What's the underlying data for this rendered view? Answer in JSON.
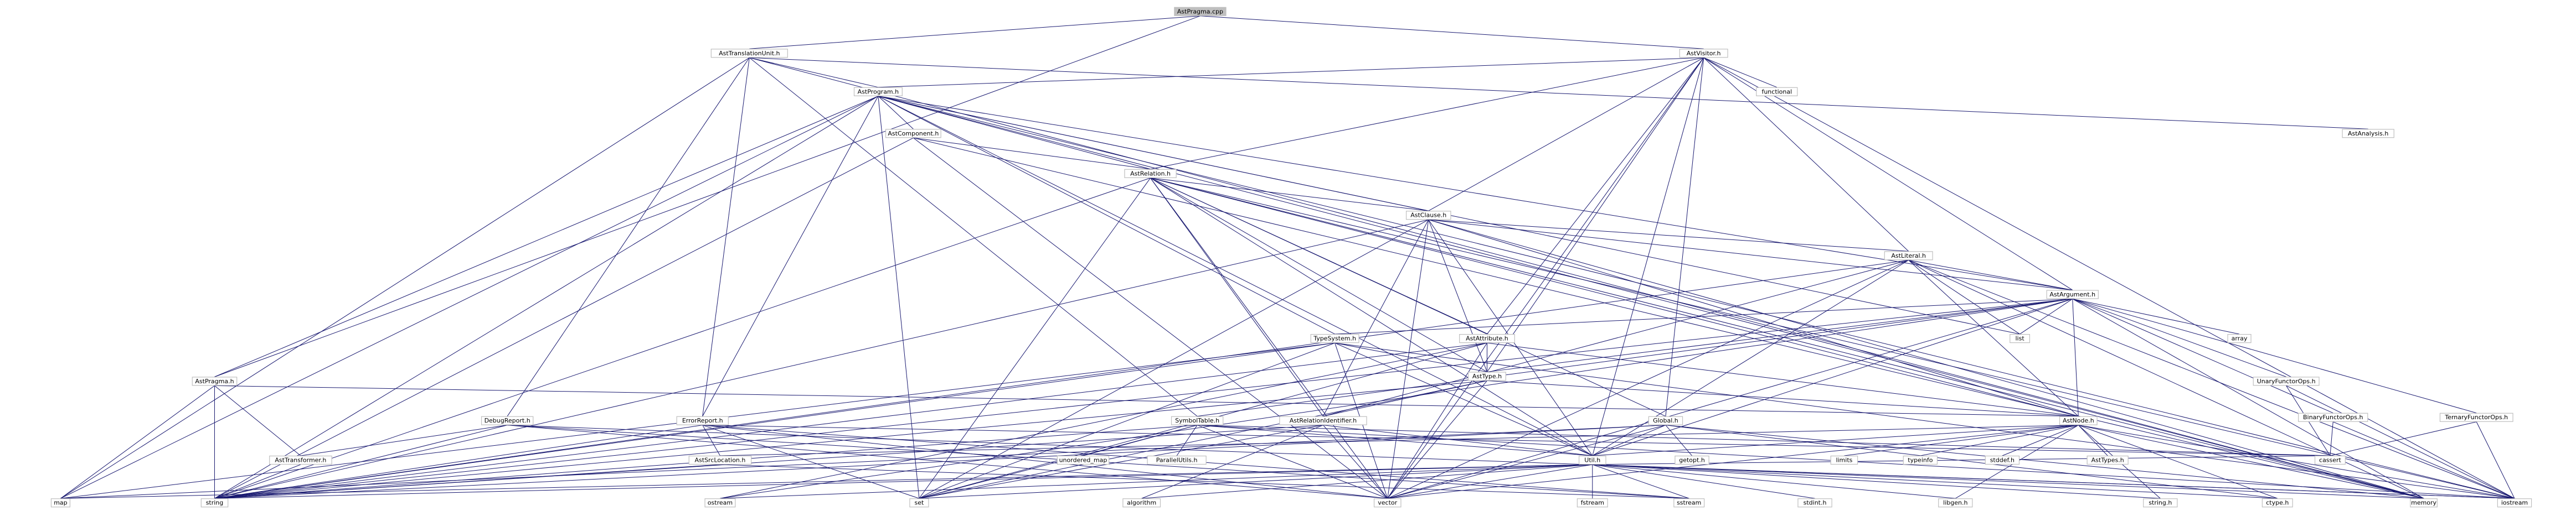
{
  "colors": {
    "node_fill": "#ffffff",
    "node_border": "#bfbfbf",
    "root_fill": "#bfbfbf",
    "root_border": "#000000",
    "text": "#000000",
    "incomplete_border": "#ff0000",
    "incomplete_text": "#000000",
    "edge": "#191970"
  },
  "nodes": [
    {
      "id": "AstPragma.cpp",
      "label": "AstPragma.cpp",
      "kind": "root"
    },
    {
      "id": "AstTranslationUnit.h",
      "label": "AstTranslationUnit.h"
    },
    {
      "id": "AstVisitor.h",
      "label": "AstVisitor.h"
    },
    {
      "id": "AstProgram.h",
      "label": "AstProgram.h"
    },
    {
      "id": "functional",
      "label": "functional"
    },
    {
      "id": "AstAnalysis.h",
      "label": "AstAnalysis.h"
    },
    {
      "id": "AstComponent.h",
      "label": "AstComponent.h"
    },
    {
      "id": "AstRelation.h",
      "label": "AstRelation.h",
      "kind": "incomplete"
    },
    {
      "id": "AstClause.h",
      "label": "AstClause.h"
    },
    {
      "id": "AstLiteral.h",
      "label": "AstLiteral.h",
      "kind": "incomplete"
    },
    {
      "id": "AstArgument.h",
      "label": "AstArgument.h"
    },
    {
      "id": "TypeSystem.h",
      "label": "TypeSystem.h",
      "kind": "incomplete"
    },
    {
      "id": "AstAttribute.h",
      "label": "AstAttribute.h"
    },
    {
      "id": "AstType.h",
      "label": "AstType.h"
    },
    {
      "id": "AstPragma.h",
      "label": "AstPragma.h"
    },
    {
      "id": "list",
      "label": "list"
    },
    {
      "id": "array",
      "label": "array"
    },
    {
      "id": "UnaryFunctorOps.h",
      "label": "UnaryFunctorOps.h"
    },
    {
      "id": "BinaryFunctorOps.h",
      "label": "BinaryFunctorOps.h"
    },
    {
      "id": "TernaryFunctorOps.h",
      "label": "TernaryFunctorOps.h"
    },
    {
      "id": "DebugReport.h",
      "label": "DebugReport.h"
    },
    {
      "id": "ErrorReport.h",
      "label": "ErrorReport.h"
    },
    {
      "id": "SymbolTable.h",
      "label": "SymbolTable.h"
    },
    {
      "id": "AstRelationIdentifier.h",
      "label": "AstRelationIdentifier.h"
    },
    {
      "id": "Global.h",
      "label": "Global.h"
    },
    {
      "id": "AstNode.h",
      "label": "AstNode.h"
    },
    {
      "id": "AstTransformer.h",
      "label": "AstTransformer.h"
    },
    {
      "id": "AstSrcLocation.h",
      "label": "AstSrcLocation.h"
    },
    {
      "id": "ParallelUtils.h",
      "label": "ParallelUtils.h",
      "kind": "incomplete"
    },
    {
      "id": "unordered_map",
      "label": "unordered_map"
    },
    {
      "id": "Util.h",
      "label": "Util.h",
      "kind": "incomplete"
    },
    {
      "id": "getopt.h",
      "label": "getopt.h"
    },
    {
      "id": "limits",
      "label": "limits"
    },
    {
      "id": "typeinfo",
      "label": "typeinfo"
    },
    {
      "id": "stddef.h",
      "label": "stddef.h"
    },
    {
      "id": "AstTypes.h",
      "label": "AstTypes.h",
      "kind": "incomplete"
    },
    {
      "id": "cassert",
      "label": "cassert"
    },
    {
      "id": "map",
      "label": "map"
    },
    {
      "id": "string",
      "label": "string"
    },
    {
      "id": "set",
      "label": "set"
    },
    {
      "id": "ostream",
      "label": "ostream"
    },
    {
      "id": "vector",
      "label": "vector"
    },
    {
      "id": "algorithm",
      "label": "algorithm"
    },
    {
      "id": "sstream",
      "label": "sstream"
    },
    {
      "id": "fstream",
      "label": "fstream"
    },
    {
      "id": "stdint.h",
      "label": "stdint.h"
    },
    {
      "id": "libgen.h",
      "label": "libgen.h"
    },
    {
      "id": "string.h",
      "label": "string.h"
    },
    {
      "id": "ctype.h",
      "label": "ctype.h"
    },
    {
      "id": "memory",
      "label": "memory"
    },
    {
      "id": "iostream",
      "label": "iostream"
    }
  ],
  "edges": [
    [
      "AstPragma.cpp",
      "AstTranslationUnit.h"
    ],
    [
      "AstPragma.cpp",
      "AstVisitor.h"
    ],
    [
      "AstPragma.cpp",
      "AstPragma.h"
    ],
    [
      "AstTranslationUnit.h",
      "AstProgram.h"
    ],
    [
      "AstTranslationUnit.h",
      "AstAnalysis.h"
    ],
    [
      "AstTranslationUnit.h",
      "DebugReport.h"
    ],
    [
      "AstTranslationUnit.h",
      "ErrorReport.h"
    ],
    [
      "AstTranslationUnit.h",
      "SymbolTable.h"
    ],
    [
      "AstTranslationUnit.h",
      "map"
    ],
    [
      "AstTranslationUnit.h",
      "memory"
    ],
    [
      "AstVisitor.h",
      "AstProgram.h"
    ],
    [
      "AstVisitor.h",
      "functional"
    ],
    [
      "AstVisitor.h",
      "AstRelation.h"
    ],
    [
      "AstVisitor.h",
      "AstClause.h"
    ],
    [
      "AstVisitor.h",
      "AstLiteral.h"
    ],
    [
      "AstVisitor.h",
      "AstArgument.h"
    ],
    [
      "AstVisitor.h",
      "AstAttribute.h"
    ],
    [
      "AstVisitor.h",
      "AstType.h"
    ],
    [
      "AstVisitor.h",
      "Util.h"
    ],
    [
      "AstVisitor.h",
      "Global.h"
    ],
    [
      "AstVisitor.h",
      "vector"
    ],
    [
      "AstVisitor.h",
      "iostream"
    ],
    [
      "AstProgram.h",
      "AstComponent.h"
    ],
    [
      "AstProgram.h",
      "AstRelation.h"
    ],
    [
      "AstProgram.h",
      "AstClause.h"
    ],
    [
      "AstProgram.h",
      "TypeSystem.h"
    ],
    [
      "AstProgram.h",
      "AstPragma.h"
    ],
    [
      "AstProgram.h",
      "ErrorReport.h"
    ],
    [
      "AstProgram.h",
      "AstArgument.h"
    ],
    [
      "AstProgram.h",
      "Util.h"
    ],
    [
      "AstProgram.h",
      "map"
    ],
    [
      "AstProgram.h",
      "string"
    ],
    [
      "AstProgram.h",
      "set"
    ],
    [
      "AstProgram.h",
      "list"
    ],
    [
      "AstProgram.h",
      "memory"
    ],
    [
      "AstProgram.h",
      "iostream"
    ],
    [
      "AstComponent.h",
      "AstRelation.h"
    ],
    [
      "AstComponent.h",
      "string"
    ],
    [
      "AstComponent.h",
      "vector"
    ],
    [
      "AstComponent.h",
      "memory"
    ],
    [
      "AstRelation.h",
      "AstClause.h"
    ],
    [
      "AstRelation.h",
      "AstAttribute.h"
    ],
    [
      "AstRelation.h",
      "AstType.h"
    ],
    [
      "AstRelation.h",
      "AstNode.h"
    ],
    [
      "AstRelation.h",
      "AstRelationIdentifier.h"
    ],
    [
      "AstRelation.h",
      "Util.h"
    ],
    [
      "AstRelation.h",
      "Global.h"
    ],
    [
      "AstRelation.h",
      "string"
    ],
    [
      "AstRelation.h",
      "set"
    ],
    [
      "AstRelation.h",
      "vector"
    ],
    [
      "AstRelation.h",
      "memory"
    ],
    [
      "AstRelation.h",
      "iostream"
    ],
    [
      "AstClause.h",
      "AstLiteral.h"
    ],
    [
      "AstClause.h",
      "AstArgument.h"
    ],
    [
      "AstClause.h",
      "AstType.h"
    ],
    [
      "AstClause.h",
      "AstNode.h"
    ],
    [
      "AstClause.h",
      "AstRelationIdentifier.h"
    ],
    [
      "AstClause.h",
      "Util.h"
    ],
    [
      "AstClause.h",
      "string"
    ],
    [
      "AstClause.h",
      "set"
    ],
    [
      "AstClause.h",
      "vector"
    ],
    [
      "AstClause.h",
      "memory"
    ],
    [
      "AstLiteral.h",
      "AstArgument.h"
    ],
    [
      "AstLiteral.h",
      "AstNode.h"
    ],
    [
      "AstLiteral.h",
      "AstRelationIdentifier.h"
    ],
    [
      "AstLiteral.h",
      "Util.h"
    ],
    [
      "AstLiteral.h",
      "list"
    ],
    [
      "AstLiteral.h",
      "string"
    ],
    [
      "AstLiteral.h",
      "vector"
    ],
    [
      "AstLiteral.h",
      "memory"
    ],
    [
      "AstLiteral.h",
      "iostream"
    ],
    [
      "AstArgument.h",
      "TypeSystem.h"
    ],
    [
      "AstArgument.h",
      "AstType.h"
    ],
    [
      "AstArgument.h",
      "AstNode.h"
    ],
    [
      "AstArgument.h",
      "SymbolTable.h"
    ],
    [
      "AstArgument.h",
      "list"
    ],
    [
      "AstArgument.h",
      "array"
    ],
    [
      "AstArgument.h",
      "UnaryFunctorOps.h"
    ],
    [
      "AstArgument.h",
      "BinaryFunctorOps.h"
    ],
    [
      "AstArgument.h",
      "TernaryFunctorOps.h"
    ],
    [
      "AstArgument.h",
      "Util.h"
    ],
    [
      "AstArgument.h",
      "string"
    ],
    [
      "AstArgument.h",
      "vector"
    ],
    [
      "AstArgument.h",
      "memory"
    ],
    [
      "AstArgument.h",
      "ostream"
    ],
    [
      "TypeSystem.h",
      "AstType.h"
    ],
    [
      "TypeSystem.h",
      "Util.h"
    ],
    [
      "TypeSystem.h",
      "map"
    ],
    [
      "TypeSystem.h",
      "string"
    ],
    [
      "TypeSystem.h",
      "set"
    ],
    [
      "TypeSystem.h",
      "vector"
    ],
    [
      "TypeSystem.h",
      "iostream"
    ],
    [
      "AstAttribute.h",
      "AstType.h"
    ],
    [
      "AstAttribute.h",
      "AstNode.h"
    ],
    [
      "AstAttribute.h",
      "string"
    ],
    [
      "AstAttribute.h",
      "set"
    ],
    [
      "AstAttribute.h",
      "vector"
    ],
    [
      "AstAttribute.h",
      "ostream"
    ],
    [
      "AstType.h",
      "AstNode.h"
    ],
    [
      "AstType.h",
      "AstRelationIdentifier.h"
    ],
    [
      "AstType.h",
      "string"
    ],
    [
      "AstType.h",
      "set"
    ],
    [
      "AstType.h",
      "vector"
    ],
    [
      "AstPragma.h",
      "AstNode.h"
    ],
    [
      "AstPragma.h",
      "AstTransformer.h"
    ],
    [
      "AstPragma.h",
      "map"
    ],
    [
      "AstPragma.h",
      "string"
    ],
    [
      "UnaryFunctorOps.h",
      "cassert"
    ],
    [
      "UnaryFunctorOps.h",
      "iostream"
    ],
    [
      "BinaryFunctorOps.h",
      "cassert"
    ],
    [
      "BinaryFunctorOps.h",
      "iostream"
    ],
    [
      "TernaryFunctorOps.h",
      "cassert"
    ],
    [
      "TernaryFunctorOps.h",
      "iostream"
    ],
    [
      "DebugReport.h",
      "AstTransformer.h"
    ],
    [
      "DebugReport.h",
      "string"
    ],
    [
      "DebugReport.h",
      "sstream"
    ],
    [
      "DebugReport.h",
      "vector"
    ],
    [
      "DebugReport.h",
      "iostream"
    ],
    [
      "ErrorReport.h",
      "AstSrcLocation.h"
    ],
    [
      "ErrorReport.h",
      "string"
    ],
    [
      "ErrorReport.h",
      "set"
    ],
    [
      "ErrorReport.h",
      "sstream"
    ],
    [
      "ErrorReport.h",
      "vector"
    ],
    [
      "ErrorReport.h",
      "cassert"
    ],
    [
      "SymbolTable.h",
      "ParallelUtils.h"
    ],
    [
      "SymbolTable.h",
      "unordered_map"
    ],
    [
      "SymbolTable.h",
      "Util.h"
    ],
    [
      "SymbolTable.h",
      "string"
    ],
    [
      "SymbolTable.h",
      "vector"
    ],
    [
      "SymbolTable.h",
      "iostream"
    ],
    [
      "SymbolTable.h",
      "set"
    ],
    [
      "SymbolTable.h",
      "cassert"
    ],
    [
      "AstRelationIdentifier.h",
      "Util.h"
    ],
    [
      "AstRelationIdentifier.h",
      "string"
    ],
    [
      "AstRelationIdentifier.h",
      "vector"
    ],
    [
      "AstRelationIdentifier.h",
      "algorithm"
    ],
    [
      "AstRelationIdentifier.h",
      "set"
    ],
    [
      "Global.h",
      "Util.h"
    ],
    [
      "Global.h",
      "getopt.h"
    ],
    [
      "Global.h",
      "string"
    ],
    [
      "Global.h",
      "map"
    ],
    [
      "Global.h",
      "vector"
    ],
    [
      "Global.h",
      "memory"
    ],
    [
      "Global.h",
      "ctype.h"
    ],
    [
      "AstNode.h",
      "AstSrcLocation.h"
    ],
    [
      "AstNode.h",
      "limits"
    ],
    [
      "AstNode.h",
      "typeinfo"
    ],
    [
      "AstNode.h",
      "stddef.h"
    ],
    [
      "AstNode.h",
      "AstTypes.h"
    ],
    [
      "AstNode.h",
      "Util.h"
    ],
    [
      "AstNode.h",
      "vector"
    ],
    [
      "AstNode.h",
      "memory"
    ],
    [
      "AstNode.h",
      "iostream"
    ],
    [
      "AstNode.h",
      "string.h"
    ],
    [
      "AstNode.h",
      "libgen.h"
    ],
    [
      "AstNode.h",
      "ctype.h"
    ],
    [
      "AstTransformer.h",
      "string"
    ],
    [
      "AstSrcLocation.h",
      "string"
    ],
    [
      "AstSrcLocation.h",
      "sstream"
    ],
    [
      "Util.h",
      "map"
    ],
    [
      "Util.h",
      "string"
    ],
    [
      "Util.h",
      "set"
    ],
    [
      "Util.h",
      "ostream"
    ],
    [
      "Util.h",
      "vector"
    ],
    [
      "Util.h",
      "algorithm"
    ],
    [
      "Util.h",
      "sstream"
    ],
    [
      "Util.h",
      "fstream"
    ],
    [
      "Util.h",
      "stdint.h"
    ],
    [
      "Util.h",
      "libgen.h"
    ],
    [
      "Util.h",
      "string.h"
    ],
    [
      "Util.h",
      "ctype.h"
    ],
    [
      "Util.h",
      "memory"
    ],
    [
      "Util.h",
      "iostream"
    ],
    [
      "Util.h",
      "cassert"
    ]
  ]
}
